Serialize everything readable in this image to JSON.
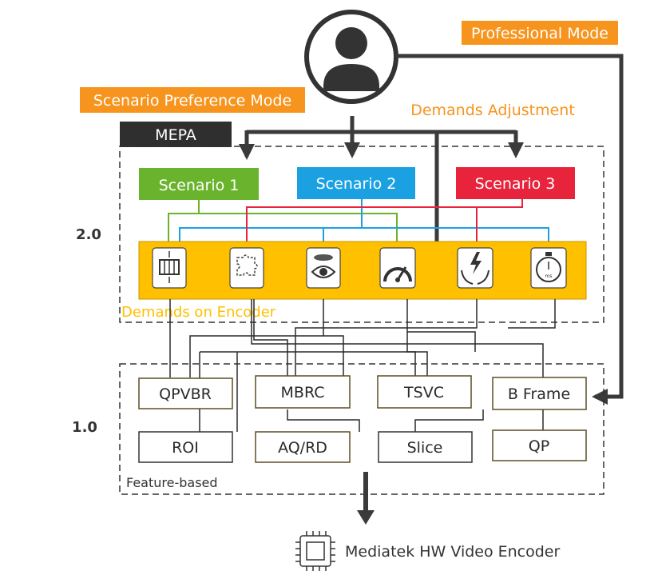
{
  "user": {
    "icon": "user-avatar-icon",
    "professional_mode_label": "Professional Mode",
    "scenario_preference_mode_label": "Scenario Preference Mode",
    "demands_adjustment_label": "Demands Adjustment",
    "accent_color": "#f7941d"
  },
  "mepa": {
    "title": "MEPA",
    "version": "2.0",
    "scenarios": [
      {
        "label": "Scenario 1",
        "color": "#6ab42d"
      },
      {
        "label": "Scenario 2",
        "color": "#1ba1e2"
      },
      {
        "label": "Scenario 3",
        "color": "#e8243c"
      }
    ],
    "demands_label": "Demands on Encoder",
    "demands_bar_color": "#ffc000",
    "demand_icons": [
      "motor-gear-icon",
      "puzzle-icon",
      "eye-scan-icon",
      "speedometer-icon",
      "power-hands-icon",
      "stopwatch-icon"
    ]
  },
  "features": {
    "version": "1.0",
    "caption": "Feature-based",
    "items": [
      "QPVBR",
      "MBRC",
      "TSVC",
      "B Frame",
      "ROI",
      "AQ/RD",
      "Slice",
      "QP"
    ]
  },
  "encoder": {
    "icon": "chip-icon",
    "label": "Mediatek HW Video Encoder"
  }
}
